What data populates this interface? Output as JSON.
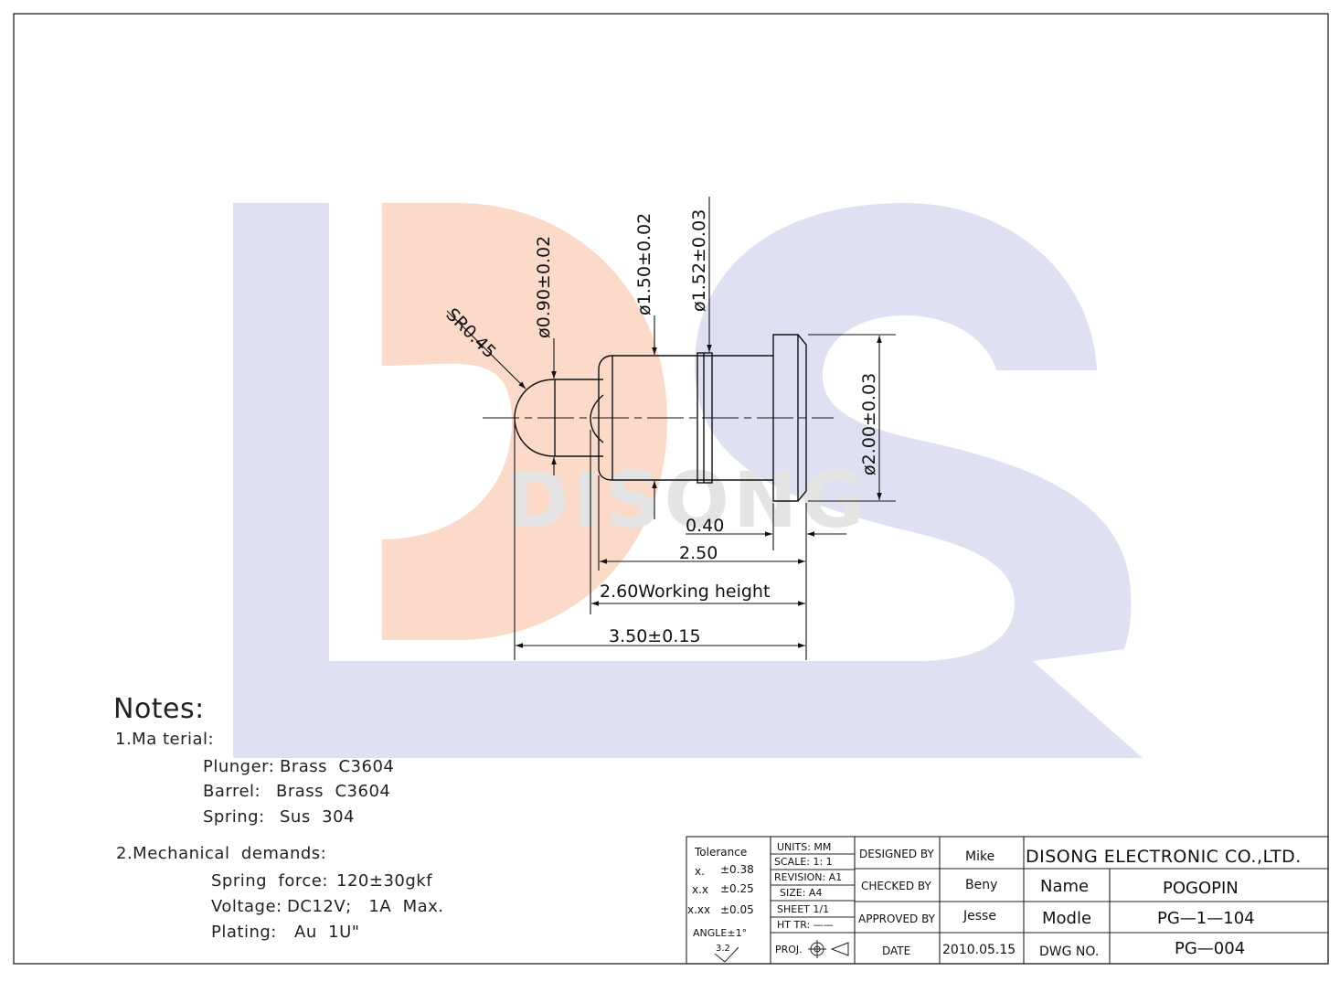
{
  "watermark": {
    "letters": "DS",
    "text": "DISONG",
    "blue": "#dfe1f2",
    "peach": "#fbd8c6"
  },
  "dimensions": {
    "sr": "SR0.45",
    "d090": "ø0.90±0.02",
    "d150": "ø1.50±0.02",
    "d152": "ø1.52±0.03",
    "d200": "ø2.00±0.03",
    "len040": "0.40",
    "len250": "2.50",
    "len260": "2.60Working height",
    "len350": "3.50±0.15"
  },
  "notes": {
    "title": "Notes:",
    "material_heading": "1.Ma terial:",
    "plunger_label": "Plunger:",
    "plunger_value": "Brass  C3604",
    "barrel_label": "Barrel:",
    "barrel_value": "Brass  C3604",
    "spring_label": "Spring:",
    "spring_value": "Sus  304",
    "mech_heading": "2.Mechanical  demands:",
    "force_label": "Spring  force:",
    "force_value": "120±30gkf",
    "voltage_label": "Voltage:",
    "voltage_value": "DC12V;   1A  Max.",
    "plating_label": "Plating:",
    "plating_value": "Au  1U\""
  },
  "title_block": {
    "tolerance": "Tolerance",
    "tol1_key": "x.",
    "tol1_val": "±0.38",
    "tol2_key": "x.x",
    "tol2_val": "±0.25",
    "tol3_key": "x.xx",
    "tol3_val": "±0.05",
    "angle": "ANGLE±1°",
    "surface": "3.2",
    "units": "UNITS:   MM",
    "scale": "SCALE:    1: 1",
    "revision": "REVISION:  A1",
    "size": "SIZE:     A4",
    "sheet": "SHEET   1/1",
    "ht_tr": "HT  TR:  ——",
    "proj": "PROJ.",
    "designed_by_label": "DESIGNED  BY",
    "designed_by": "Mike",
    "checked_by_label": "CHECKED  BY",
    "checked_by": "Beny",
    "approved_by_label": "APPROVED  BY",
    "approved_by": "Jesse",
    "date_label": "DATE",
    "date": "2010.05.15",
    "company": "DISONG  ELECTRONIC  CO.,LTD.",
    "name_label": "Name",
    "name": "POGOPIN",
    "model_label": "Modle",
    "model": "PG—1—104",
    "dwg_label": "DWG  NO.",
    "dwg": "PG—004"
  }
}
